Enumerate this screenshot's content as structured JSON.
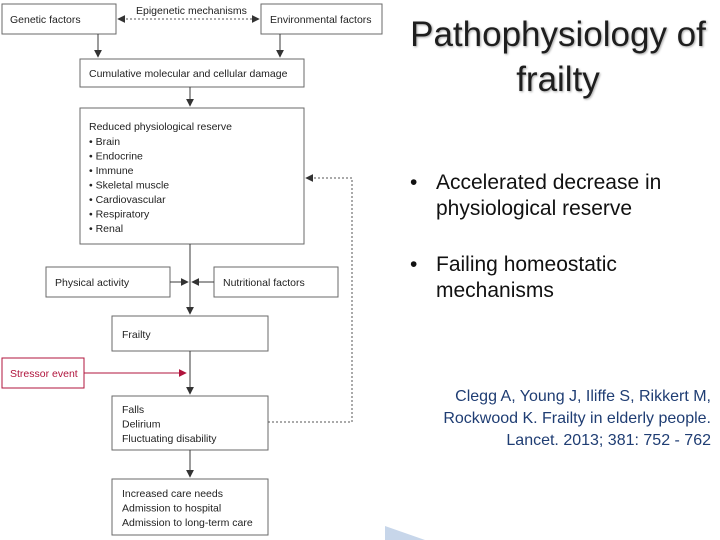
{
  "diagram": {
    "genetic_factors": "Genetic factors",
    "epigenetic_mechanisms": "Epigenetic mechanisms",
    "environmental_factors": "Environmental factors",
    "cumulative_damage": "Cumulative molecular and cellular damage",
    "reserve": {
      "heading": "Reduced physiological reserve",
      "items": [
        "• Brain",
        "• Endocrine",
        "• Immune",
        "• Skeletal muscle",
        "• Cardiovascular",
        "• Respiratory",
        "• Renal"
      ]
    },
    "physical_activity": "Physical activity",
    "nutritional_factors": "Nutritional factors",
    "frailty": "Frailty",
    "stressor_event": "Stressor event",
    "outcomes": [
      "Falls",
      "Delirium",
      "Fluctuating disability"
    ],
    "care": [
      "Increased care needs",
      "Admission to hospital",
      "Admission to long-term care"
    ]
  },
  "slide": {
    "title": "Pathophysiology of frailty",
    "bullet_marker": "•",
    "bullets": [
      "Accelerated decrease in physiological reserve",
      "Failing homeostatic mechanisms"
    ],
    "citation": "Clegg A, Young J, Iliffe S, Rikkert M, Rockwood K. Frailty in elderly people. Lancet. 2013; 381: 752 - 762"
  },
  "colors": {
    "stressor": "#b0143c",
    "box_border": "#6a6a6a",
    "citation": "#1f3d73",
    "corner_shape": "#c7d6ea"
  }
}
